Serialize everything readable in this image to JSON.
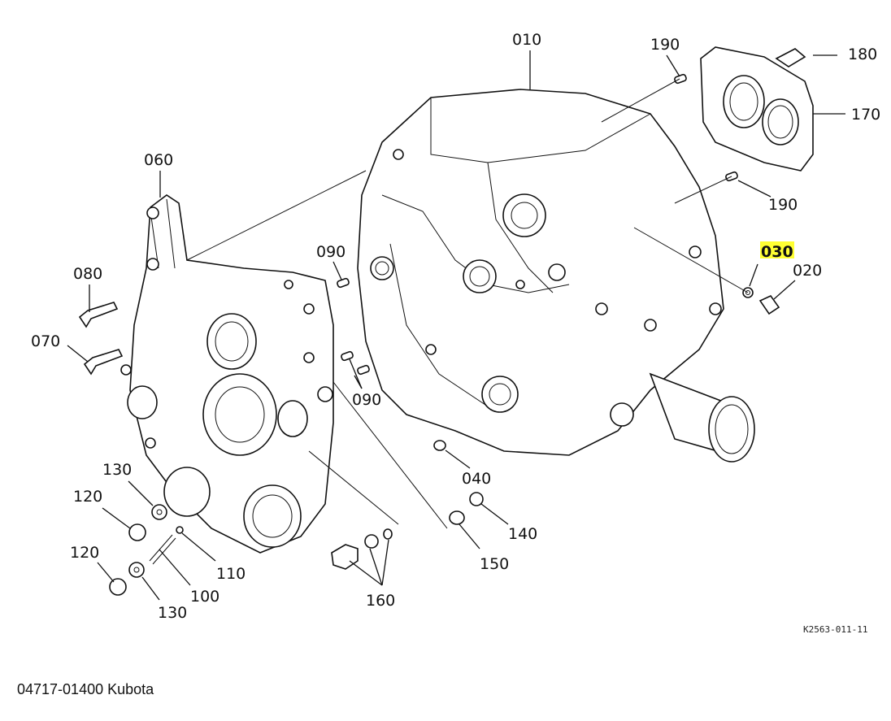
{
  "diagram": {
    "title": "Kubota parts exploded view",
    "reference_code": "K2563-011-11",
    "highlight_color": "#ffff33",
    "highlighted_part": "030",
    "callouts": [
      {
        "id": "010",
        "label": "010"
      },
      {
        "id": "020",
        "label": "020"
      },
      {
        "id": "030",
        "label": "030",
        "highlighted": true
      },
      {
        "id": "040",
        "label": "040"
      },
      {
        "id": "060",
        "label": "060"
      },
      {
        "id": "070",
        "label": "070"
      },
      {
        "id": "080",
        "label": "080"
      },
      {
        "id": "090a",
        "label": "090"
      },
      {
        "id": "090b",
        "label": "090"
      },
      {
        "id": "100",
        "label": "100"
      },
      {
        "id": "110",
        "label": "110"
      },
      {
        "id": "120a",
        "label": "120"
      },
      {
        "id": "120b",
        "label": "120"
      },
      {
        "id": "130a",
        "label": "130"
      },
      {
        "id": "130b",
        "label": "130"
      },
      {
        "id": "140",
        "label": "140"
      },
      {
        "id": "150",
        "label": "150"
      },
      {
        "id": "160",
        "label": "160"
      },
      {
        "id": "170",
        "label": "170"
      },
      {
        "id": "180",
        "label": "180"
      },
      {
        "id": "190a",
        "label": "190"
      },
      {
        "id": "190b",
        "label": "190"
      }
    ]
  },
  "caption": "04717-01400 Kubota"
}
